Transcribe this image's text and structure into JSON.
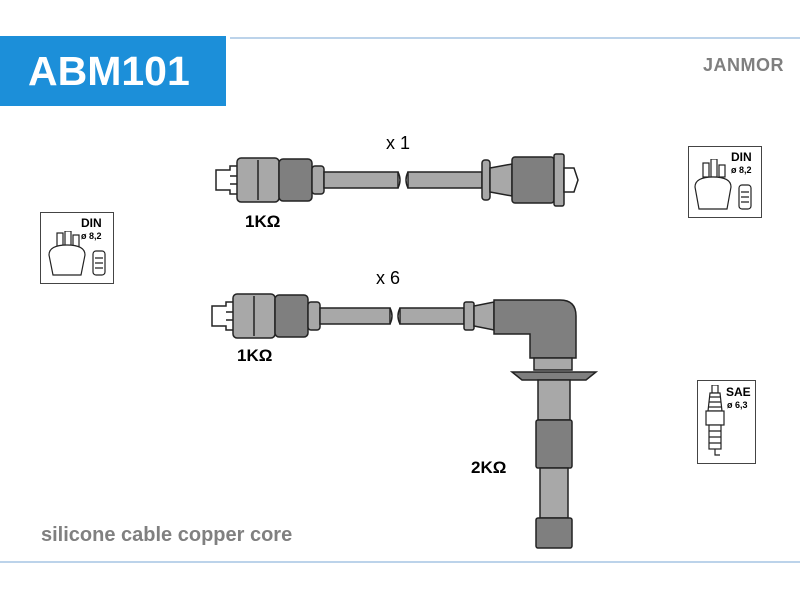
{
  "header": {
    "part_number": "ABM101",
    "brand": "JANMOR"
  },
  "footer": {
    "note": "silicone cable copper core"
  },
  "cables": [
    {
      "quantity": "x 1",
      "resistance": "1KΩ"
    },
    {
      "quantity": "x 6",
      "resistance": "1KΩ",
      "end_resistance": "2KΩ"
    }
  ],
  "connectors": {
    "left": {
      "standard": "DIN",
      "diameter": "ø 8,2"
    },
    "right_top": {
      "standard": "DIN",
      "diameter": "ø 8,2"
    },
    "right_bottom": {
      "standard": "SAE",
      "diameter": "ø 6,3"
    }
  },
  "colors": {
    "badge": "#1c8fd9",
    "rule": "#bcd3ea",
    "cable_fill": "#a8a8a8",
    "outline": "#222222"
  }
}
